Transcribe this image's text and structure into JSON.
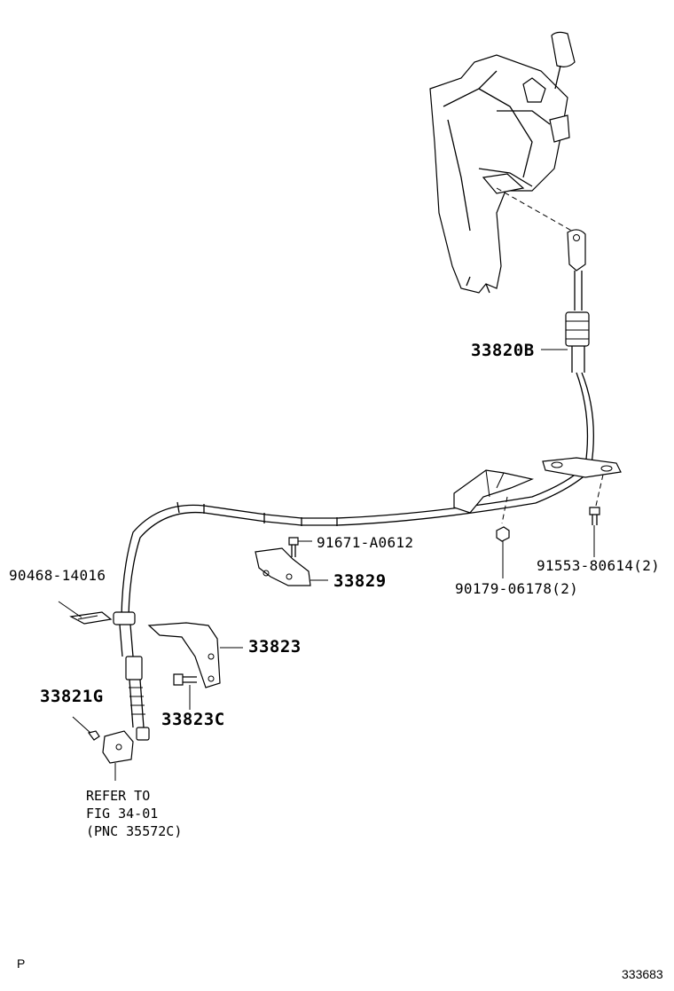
{
  "labels": {
    "cable_assy": "33820B",
    "bolt_a": "91671-A0612",
    "bracket_cable": "33829",
    "nut": "90179-06178(2)",
    "bolt_b": "91553-80614(2)",
    "clip": "90468-14016",
    "bracket_lower": "33823",
    "bolt_c": "33823C",
    "retainer": "33821G"
  },
  "refer_note": {
    "line1": "REFER TO",
    "line2": "FIG 34-01",
    "line3": "(PNC 35572C)"
  },
  "footer": {
    "left_mark": "P",
    "figure_number": "333683"
  }
}
